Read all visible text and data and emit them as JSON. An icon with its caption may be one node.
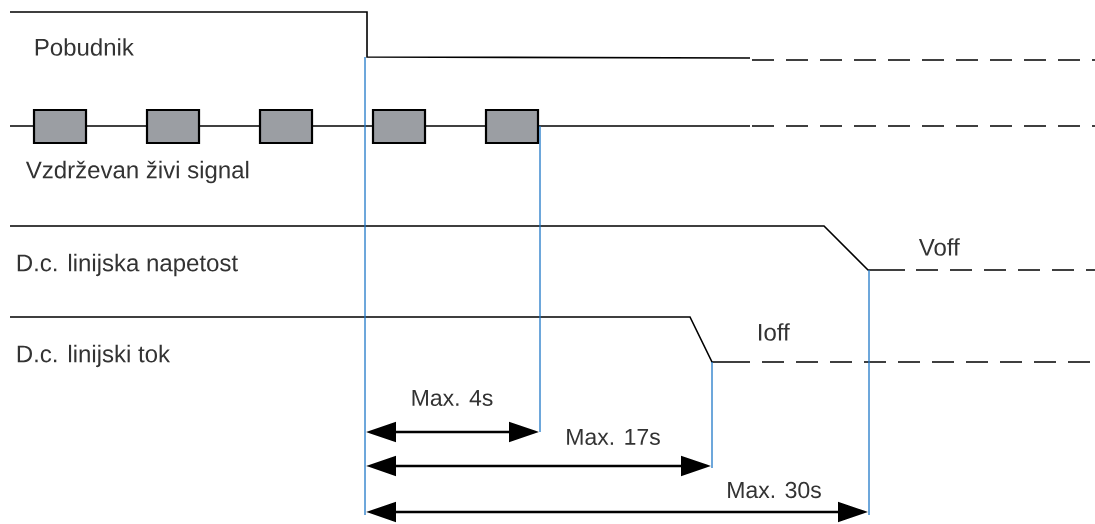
{
  "diagram": {
    "labels": [
      "Pobudnik",
      "Vzdrževan živi signal",
      "D.c. linijska napetost",
      "Voff",
      "D.c. linijski tok",
      "Ioff",
      "Max. 4s",
      "Max. 17s",
      "Max. 30s"
    ]
  }
}
